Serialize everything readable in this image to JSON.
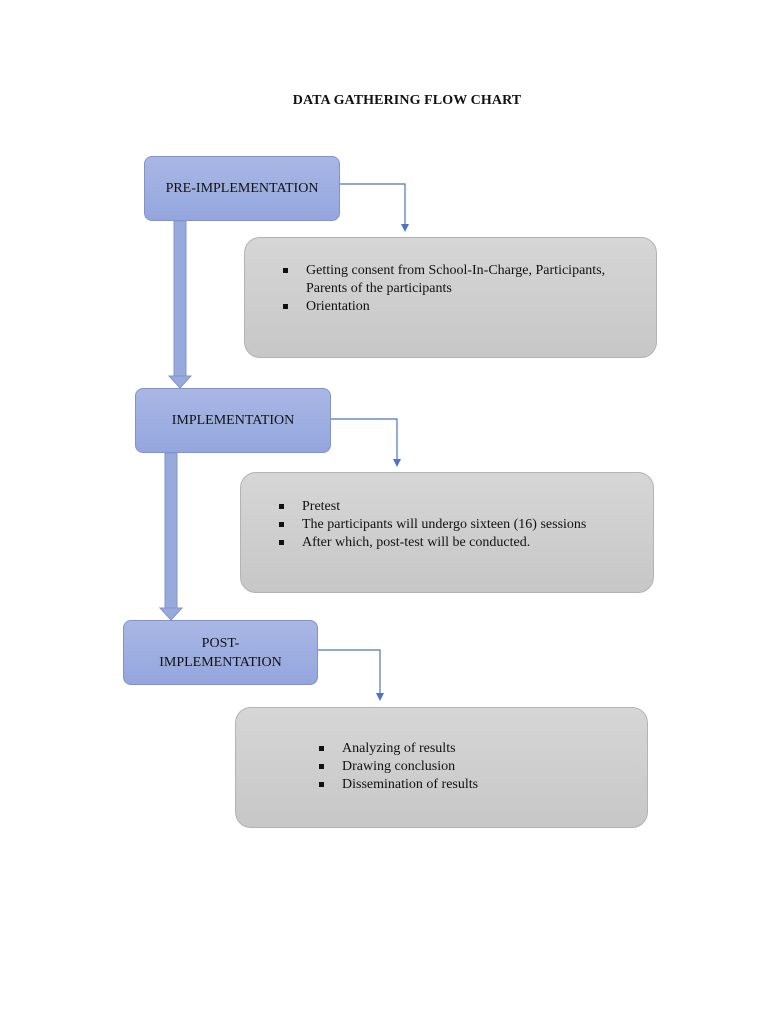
{
  "title": "DATA GATHERING FLOW CHART",
  "stages": [
    {
      "label_lines": [
        "PRE-IMPLEMENTATION"
      ],
      "items": [
        "Getting consent from School-In-Charge, Participants, Parents of the participants",
        "Orientation"
      ]
    },
    {
      "label_lines": [
        "IMPLEMENTATION"
      ],
      "items": [
        "Pretest",
        "The participants will undergo sixteen (16) sessions",
        "After which, post-test will be conducted."
      ]
    },
    {
      "label_lines": [
        "POST-",
        "IMPLEMENTATION"
      ],
      "items": [
        "Analyzing of results",
        "Drawing conclusion",
        "Dissemination of results"
      ]
    }
  ],
  "colors": {
    "stage_fill": "#9fb0e1",
    "stage_border": "#7f93cf",
    "detail_fill": "#cfcfcf",
    "connector_line": "#4f72c4"
  }
}
